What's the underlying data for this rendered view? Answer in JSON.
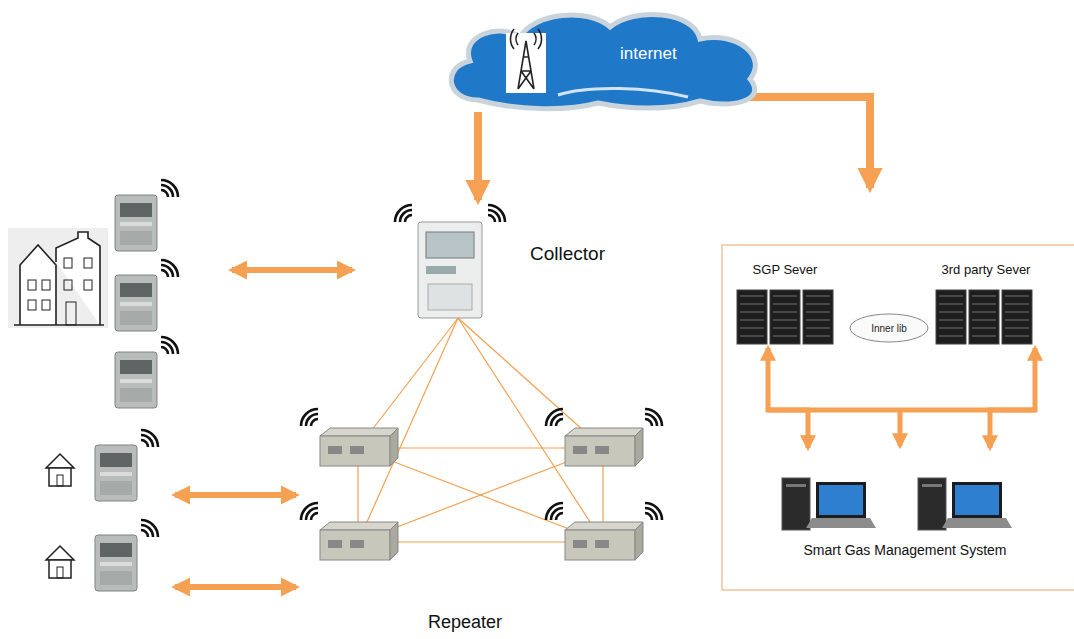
{
  "diagram": {
    "nodes": [
      {
        "text": [
          "internet"
        ]
      },
      {
        "text": [
          "Collector"
        ]
      },
      {
        "text": [
          "Inner lib"
        ]
      },
      {
        "text": [
          "SGP Sever"
        ]
      },
      {
        "text": [
          "3rd party Sever"
        ]
      },
      {
        "text": [
          "Smart Gas Management System"
        ]
      }
    ],
    "edges": [
      {
        "from": 0,
        "to": 1,
        "arrow": "to"
      },
      {
        "from": 5,
        "to": 3,
        "arrow": "both"
      },
      {
        "from": 5,
        "to": 4,
        "arrow": "both"
      }
    ],
    "labels": [
      "Repeater"
    ]
  }
}
